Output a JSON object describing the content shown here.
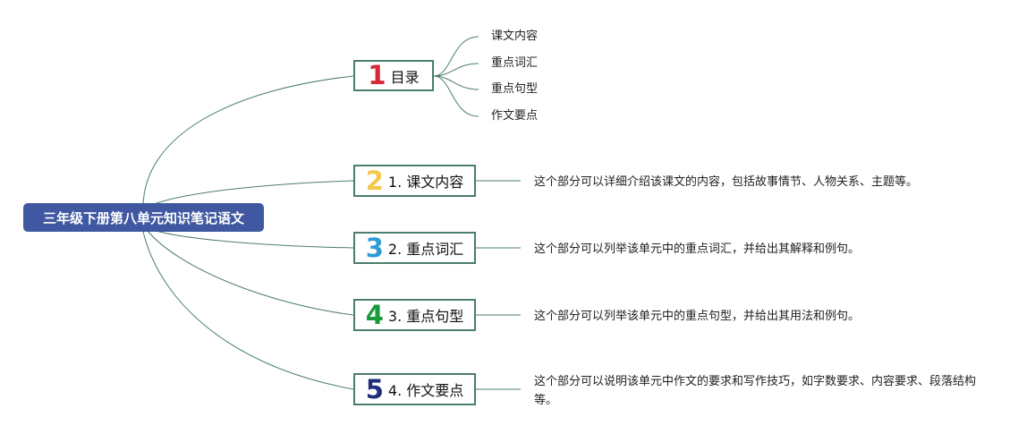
{
  "root": {
    "title": "三年级下册第八单元知识笔记语文",
    "color": "#3f58a1"
  },
  "line_color": "#4b7d6d",
  "branches": [
    {
      "number": "1",
      "number_color": "#d5283a",
      "label": "目录",
      "children": [
        "课文内容",
        "重点词汇",
        "重点句型",
        "作文要点"
      ]
    },
    {
      "number": "2",
      "number_color": "#f2c94c",
      "label": "1. 课文内容",
      "description": "这个部分可以详细介绍该课文的内容，包括故事情节、人物关系、主题等。"
    },
    {
      "number": "3",
      "number_color": "#2d9bd6",
      "label": "2. 重点词汇",
      "description": "这个部分可以列举该单元中的重点词汇，并给出其解释和例句。"
    },
    {
      "number": "4",
      "number_color": "#1a9a3a",
      "label": "3. 重点句型",
      "description": "这个部分可以列举该单元中的重点句型，并给出其用法和例句。"
    },
    {
      "number": "5",
      "number_color": "#1f2f7a",
      "label": "4. 作文要点",
      "description": "这个部分可以说明该单元中作文的要求和写作技巧，如字数要求、内容要求、段落结构等。"
    }
  ]
}
